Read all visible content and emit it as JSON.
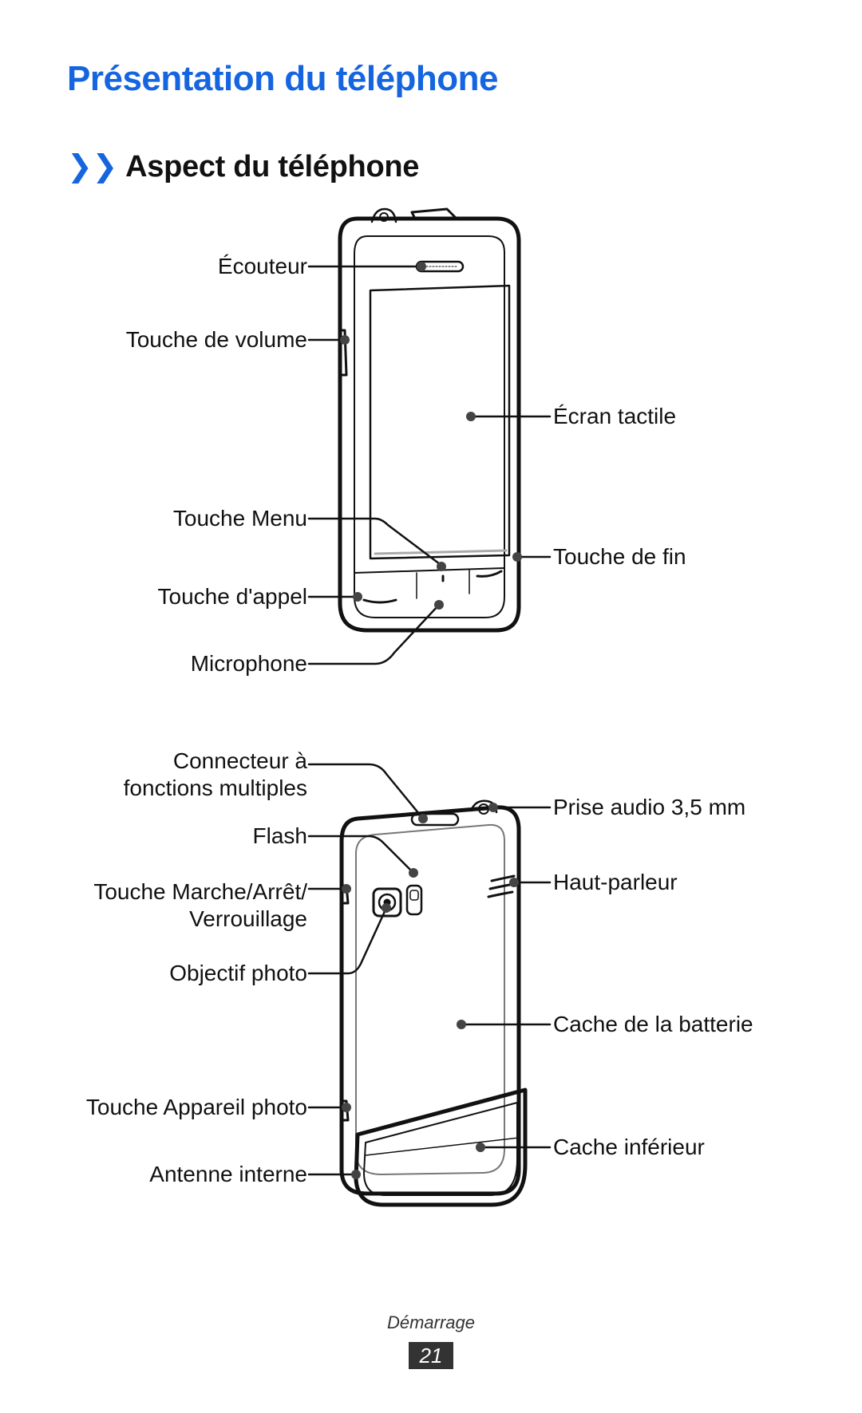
{
  "page": {
    "title": "Présentation du téléphone",
    "section_marker": "❯❯",
    "section_title": "Aspect du téléphone",
    "footer_section": "Démarrage",
    "page_number": "21"
  },
  "front_view": {
    "labels": {
      "ecouteur": "Écouteur",
      "volume": "Touche de volume",
      "ecran": "Écran tactile",
      "menu": "Touche Menu",
      "fin": "Touche de fin",
      "appel": "Touche d'appel",
      "microphone": "Microphone"
    }
  },
  "back_view": {
    "labels": {
      "connecteur_1": "Connecteur à",
      "connecteur_2": "fonctions multiples",
      "prise_audio": "Prise audio 3,5 mm",
      "flash": "Flash",
      "haut_parleur": "Haut-parleur",
      "marche_1": "Touche Marche/Arrêt/",
      "marche_2": "Verrouillage",
      "objectif": "Objectif photo",
      "batterie": "Cache de la batterie",
      "appareil_photo": "Touche Appareil photo",
      "cache_inferieur": "Cache inférieur",
      "antenne": "Antenne interne"
    }
  },
  "colors": {
    "heading_blue": "#1565e0",
    "line": "#111111",
    "page_badge": "#333333"
  }
}
